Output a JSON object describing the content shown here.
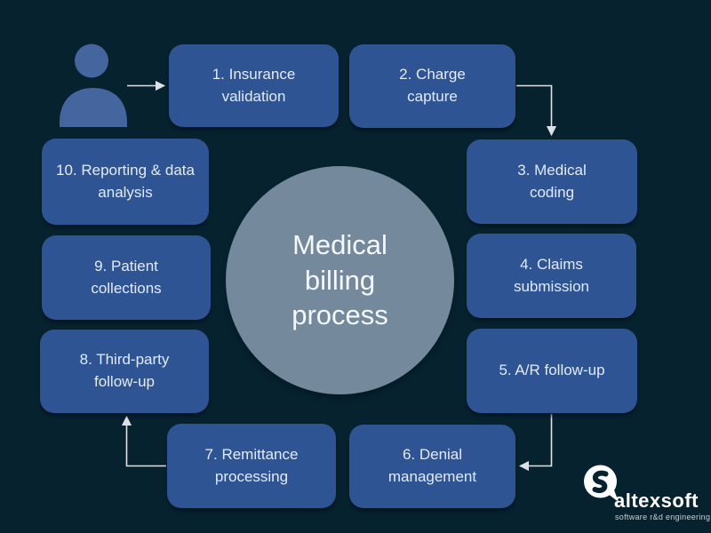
{
  "title": "Medical billing process diagram",
  "colors": {
    "background": "#07222F",
    "step_box": "#2F5494",
    "step_text": "#E3EBF6",
    "center_circle": "#74899B",
    "center_text": "#F4F8FB",
    "arrow": "#DCE1E6",
    "person_icon": "#44659D",
    "logo_text": "#FFFFFF",
    "logo_tagline_text": "#C8D1D8"
  },
  "center": {
    "label": "Medical\nbilling\nprocess"
  },
  "steps": [
    {
      "id": 1,
      "label": "1. Insurance\nvalidation"
    },
    {
      "id": 2,
      "label": "2. Charge\ncapture"
    },
    {
      "id": 3,
      "label": "3. Medical\ncoding"
    },
    {
      "id": 4,
      "label": "4. Claims\nsubmission"
    },
    {
      "id": 5,
      "label": "5. A/R follow-up"
    },
    {
      "id": 6,
      "label": "6. Denial\nmanagement"
    },
    {
      "id": 7,
      "label": "7. Remittance\nprocessing"
    },
    {
      "id": 8,
      "label": "8. Third-party\nfollow-up"
    },
    {
      "id": 9,
      "label": "9. Patient\ncollections"
    },
    {
      "id": 10,
      "label": "10. Reporting & data\nanalysis"
    }
  ],
  "arrows": [
    {
      "name": "person-to-step1"
    },
    {
      "name": "step2-to-step3"
    },
    {
      "name": "step5-to-step6"
    },
    {
      "name": "step7-to-step8"
    }
  ],
  "logo": {
    "name": "altexsoft",
    "tagline": "software r&d engineering"
  }
}
